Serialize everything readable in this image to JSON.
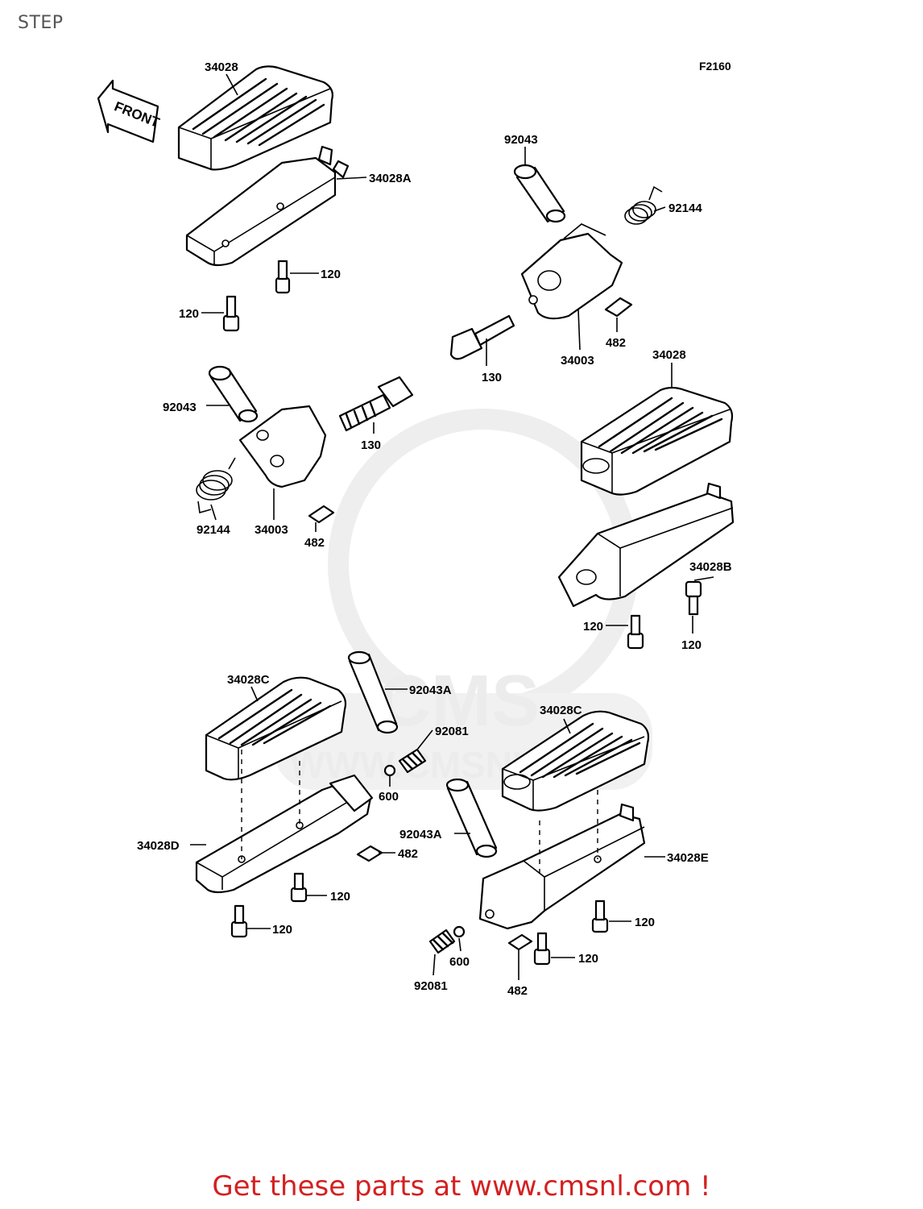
{
  "title": "STEP",
  "figure_code": "F2160",
  "front_arrow_label": "FRONT",
  "watermark": {
    "brand": "CMS",
    "url": "WWW.CMSNL.COM"
  },
  "callouts": {
    "c1": "34028",
    "c2": "34028A",
    "c3": "120",
    "c4": "120",
    "c5": "92043",
    "c6": "92144",
    "c7": "130",
    "c8": "34003",
    "c9": "482",
    "c10": "34028",
    "c11": "92043",
    "c12": "130",
    "c13": "92144",
    "c14": "34003",
    "c15": "482",
    "c16": "34028B",
    "c17": "120",
    "c18": "120",
    "c19": "34028C",
    "c20": "92043A",
    "c21": "92081",
    "c22": "600",
    "c23": "34028D",
    "c24": "482",
    "c25": "120",
    "c26": "120",
    "c27": "34028C",
    "c28": "92043A",
    "c29": "34028E",
    "c30": "120",
    "c31": "120",
    "c32": "600",
    "c33": "92081",
    "c34": "482"
  },
  "footer": {
    "text": "Get these parts at www.cmsnl.com !",
    "color": "#d42020"
  }
}
